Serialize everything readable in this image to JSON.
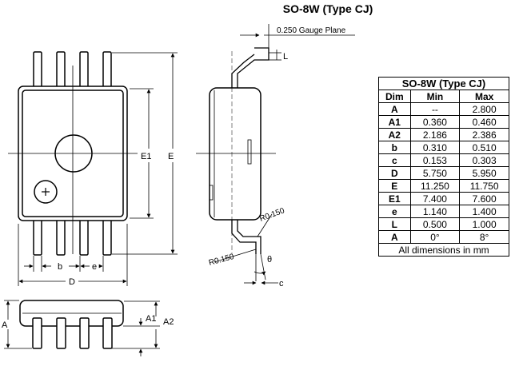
{
  "package_title": "SO-8W (Type CJ)",
  "labels": {
    "gauge_plane": "0.250 Gauge Plane",
    "e1": "E1",
    "e": "E",
    "b": "b",
    "e_small": "e",
    "d": "D",
    "a": "A",
    "a1": "A1",
    "a2": "A2",
    "l": "L",
    "theta": "θ",
    "c": "c",
    "r_upper": "R0.150",
    "r_lower": "R0.150"
  },
  "table": {
    "caption": "SO-8W (Type CJ)",
    "headers": [
      "Dim",
      "Min",
      "Max"
    ],
    "rows": [
      {
        "dim": "A",
        "min": "--",
        "max": "2.800"
      },
      {
        "dim": "A1",
        "min": "0.360",
        "max": "0.460"
      },
      {
        "dim": "A2",
        "min": "2.186",
        "max": "2.386"
      },
      {
        "dim": "b",
        "min": "0.310",
        "max": "0.510"
      },
      {
        "dim": "c",
        "min": "0.153",
        "max": "0.303"
      },
      {
        "dim": "D",
        "min": "5.750",
        "max": "5.950"
      },
      {
        "dim": "E",
        "min": "11.250",
        "max": "11.750"
      },
      {
        "dim": "E1",
        "min": "7.400",
        "max": "7.600"
      },
      {
        "dim": "e",
        "min": "1.140",
        "max": "1.400"
      },
      {
        "dim": "L",
        "min": "0.500",
        "max": "1.000"
      },
      {
        "dim": "A",
        "min": "0°",
        "max": "8°"
      }
    ],
    "note": "All dimensions in mm"
  }
}
